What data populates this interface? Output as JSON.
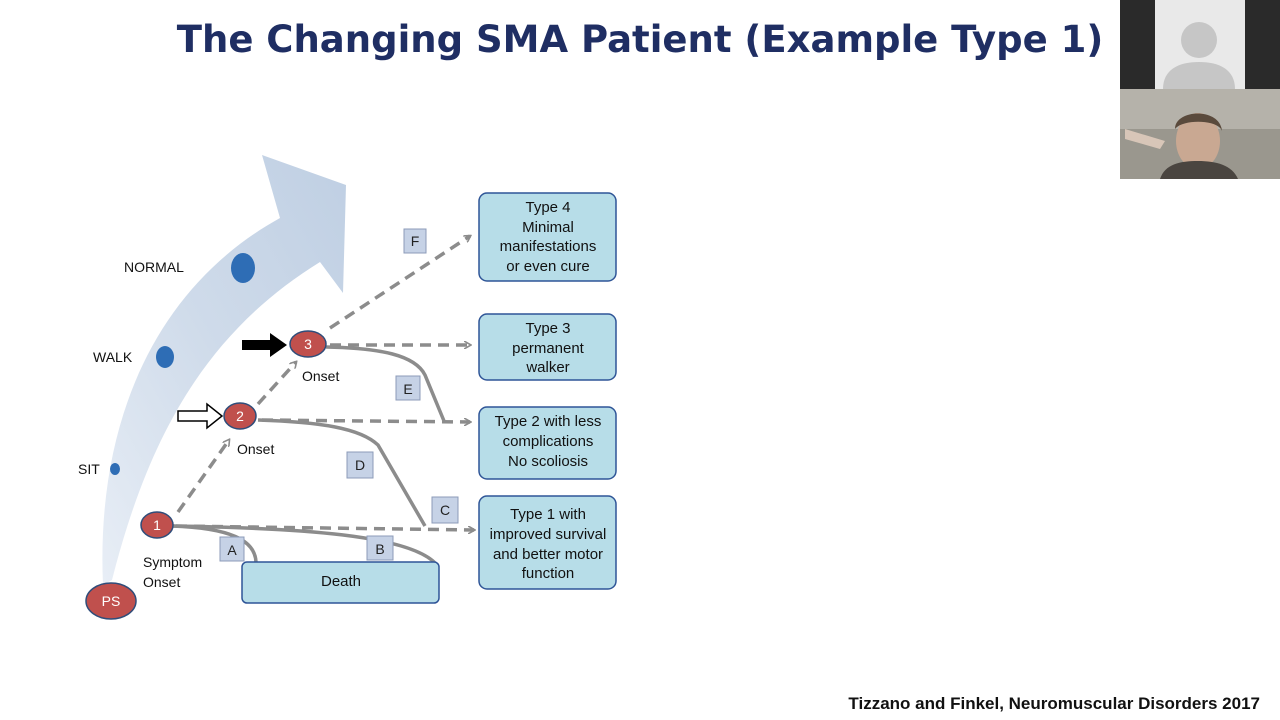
{
  "title": "The Changing SMA Patient (Example Type 1)",
  "citation": "Tizzano and Finkel, Neuromuscular Disorders 2017",
  "milestones": {
    "normal": "NORMAL",
    "walk": "WALK",
    "sit": "SIT"
  },
  "nodes": {
    "ps": "PS",
    "n1": "1",
    "n2": "2",
    "n3": "3"
  },
  "node_labels": {
    "symptom_onset_line1": "Symptom",
    "symptom_onset_line2": "Onset",
    "onset_2": "Onset",
    "onset_3": "Onset"
  },
  "path_letters": {
    "a": "A",
    "b": "B",
    "c": "C",
    "d": "D",
    "e": "E",
    "f": "F"
  },
  "outcomes": {
    "type4": [
      "Type 4",
      "Minimal",
      "manifestations",
      "or even cure"
    ],
    "type3": [
      "Type 3",
      "permanent",
      "walker"
    ],
    "type2": [
      "Type 2 with less",
      "complications",
      "No scoliosis"
    ],
    "type1": [
      "Type 1 with",
      "improved survival",
      "and better motor",
      "function"
    ],
    "death": "Death"
  },
  "colors": {
    "title": "#1f2e63",
    "node_fill": "#c0504d",
    "box_fill": "#b7dde8",
    "box_stroke": "#2f5597",
    "path_gray": "#8c8c8c",
    "milestone_dot": "#2e6db5"
  },
  "icons": {
    "camera_placeholder": "person-silhouette-icon"
  }
}
